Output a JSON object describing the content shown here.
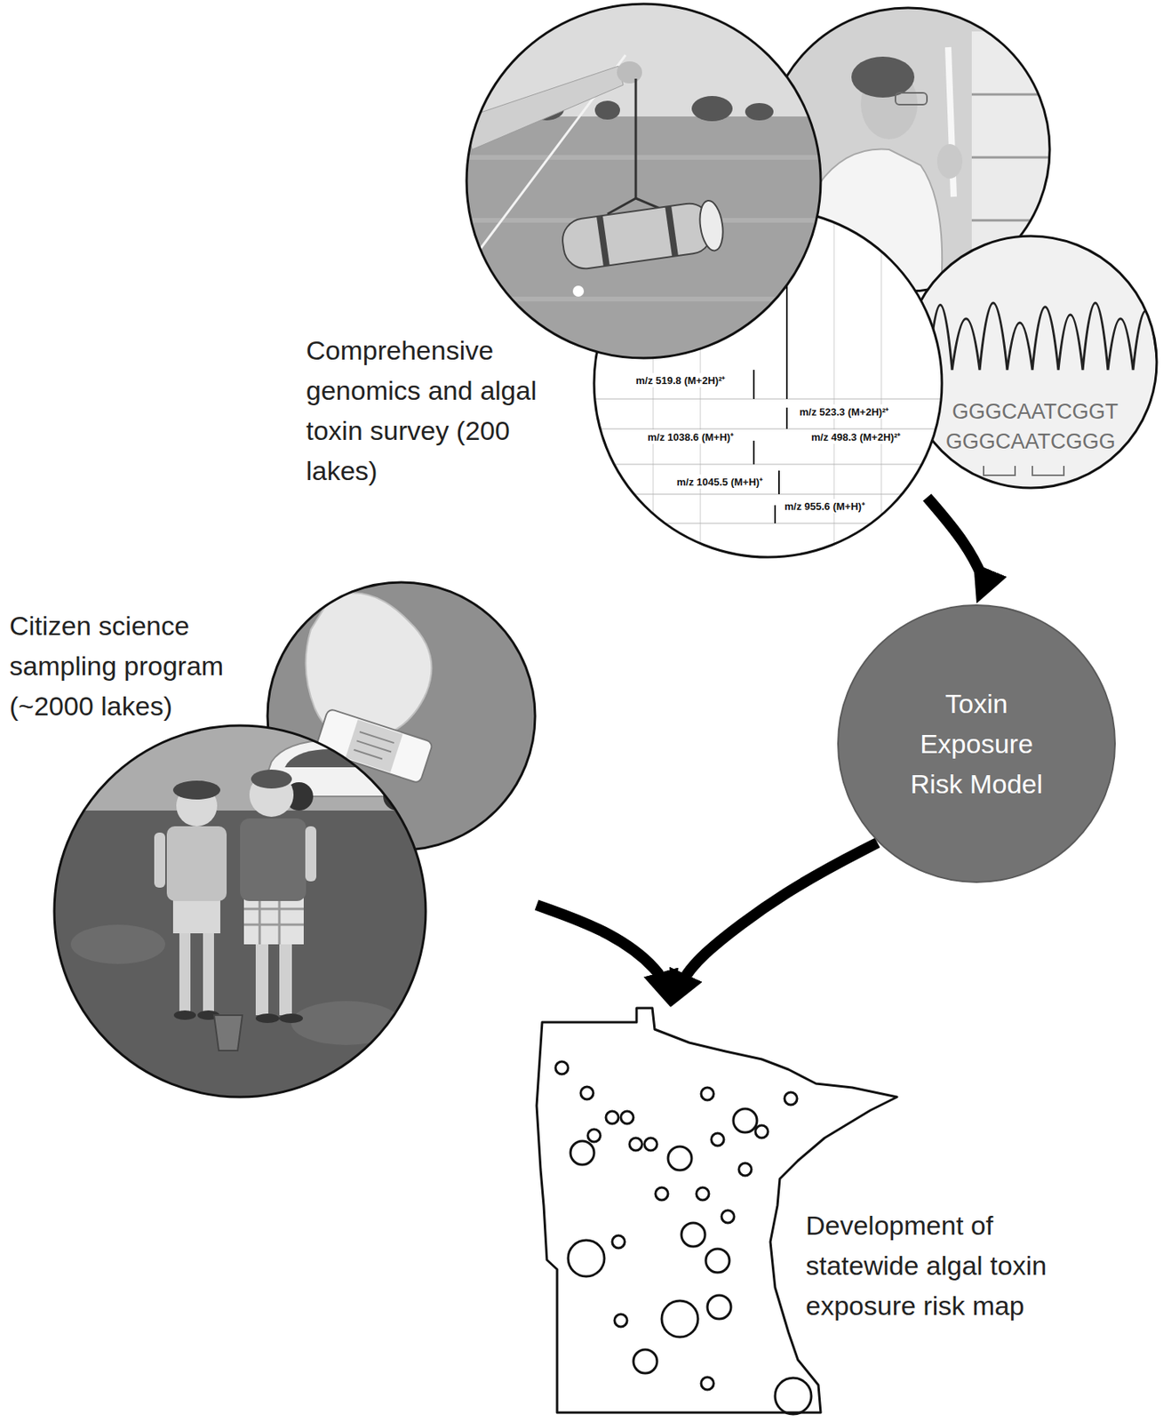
{
  "diagram": {
    "nodes": [
      {
        "text": [
          "Comprehensive genomics and algal toxin survey (200 lakes)"
        ]
      },
      {
        "text": [
          "Toxin Exposure Risk Model"
        ]
      },
      {
        "text": [
          "Citizen science sampling program (~2000 lakes)"
        ]
      },
      {
        "text": [
          "Development of statewide algal toxin exposure risk map"
        ]
      }
    ],
    "edges": [
      {
        "from": 0,
        "to": 1,
        "arrow": "to"
      },
      {
        "from": 2,
        "to": 3,
        "arrow": "to"
      },
      {
        "from": 1,
        "to": 3,
        "arrow": "to"
      }
    ],
    "labels": [
      "m/z 519.8 (M+2H)²⁺",
      "m/z 523.3 (M+2H)²⁺",
      "GGGCAATCGGT",
      "m/z 1038.6 (M+H)⁺",
      "m/z 498.3 (M+2H)²⁺",
      "GGGCAATCGGG",
      "m/z 1045.5 (M+H)⁺",
      "m/z 955.6 (M+H)⁺"
    ]
  }
}
